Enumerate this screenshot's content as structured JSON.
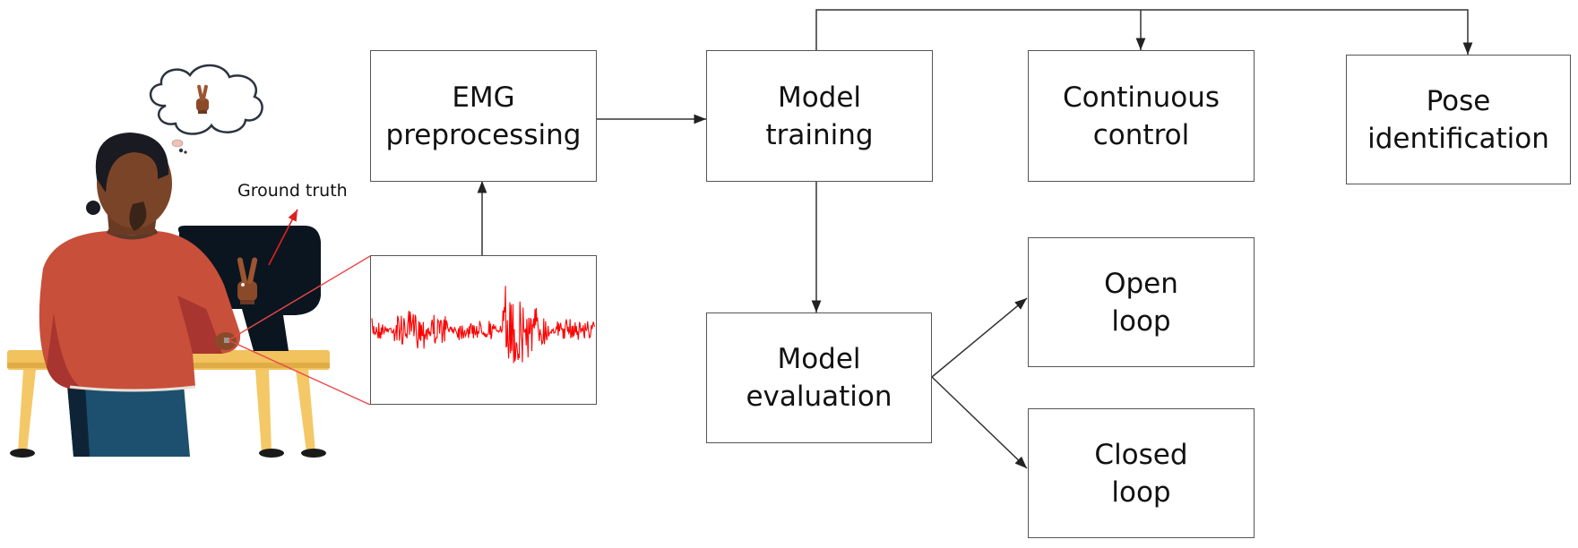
{
  "diagram": {
    "title": "EMG-based pose decoding pipeline",
    "illustration": {
      "ground_truth_label": "Ground truth",
      "description": "Person seated at a desk facing a monitor showing a peace-sign hand gesture, thought bubble with the same gesture",
      "colors": {
        "shirt": "#c84f3a",
        "monitor": "#0b1520",
        "desk": "#f2c25e",
        "jeans": "#1d4f6e",
        "signal": "#ff0000"
      }
    },
    "nodes": [
      {
        "id": "emg_preprocessing",
        "label": "EMG\npreprocessing"
      },
      {
        "id": "emg_signal",
        "label": "",
        "content": "raw EMG signal trace"
      },
      {
        "id": "model_training",
        "label": "Model\ntraining"
      },
      {
        "id": "continuous_control",
        "label": "Continuous\ncontrol"
      },
      {
        "id": "pose_identification",
        "label": "Pose\nidentification"
      },
      {
        "id": "model_evaluation",
        "label": "Model\nevaluation"
      },
      {
        "id": "open_loop",
        "label": "Open\nloop"
      },
      {
        "id": "closed_loop",
        "label": "Closed\nloop"
      }
    ],
    "edges": [
      {
        "from": "emg_signal",
        "to": "emg_preprocessing"
      },
      {
        "from": "emg_preprocessing",
        "to": "model_training"
      },
      {
        "from": "model_training",
        "to": "continuous_control"
      },
      {
        "from": "model_training",
        "to": "pose_identification"
      },
      {
        "from": "model_training",
        "to": "model_evaluation"
      },
      {
        "from": "model_evaluation",
        "to": "open_loop"
      },
      {
        "from": "model_evaluation",
        "to": "closed_loop"
      }
    ]
  }
}
